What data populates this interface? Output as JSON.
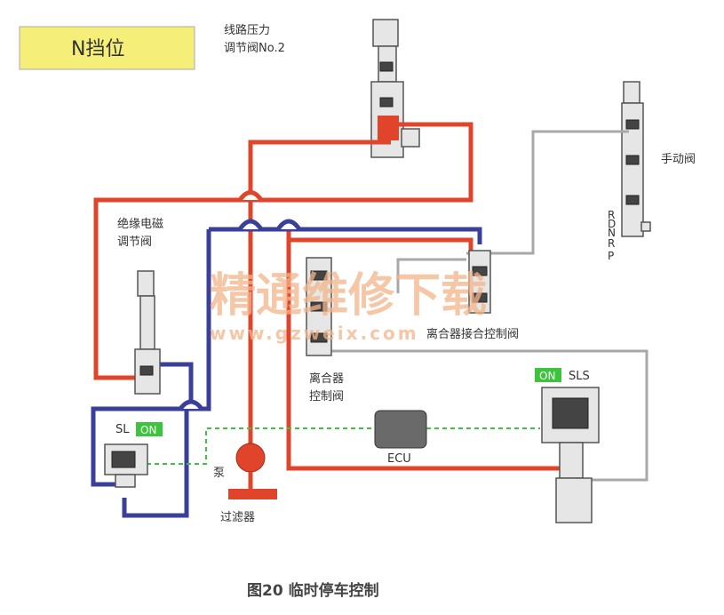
{
  "mode_label": "N挡位",
  "labels": {
    "line_pressure_valve": [
      "线路压力",
      "调节阀No.2"
    ],
    "manual_valve": "手动阀",
    "solenoid_modulator": [
      "绝缘电磁",
      "调节阀"
    ],
    "clutch_apply_control_valve": "离合器接合控制阀",
    "clutch_control_valve": [
      "离合器",
      "控制阀"
    ],
    "sl": "SL",
    "sls": "SLS",
    "on": "ON",
    "ecu": "ECU",
    "pump": "泵",
    "filter": "过滤器",
    "manual_positions": [
      "R",
      "D",
      "N",
      "R",
      "P"
    ]
  },
  "watermark": {
    "text": "精通维修下载",
    "url": "www.gzweix.com"
  },
  "caption": "图20 临时停车控制",
  "colors": {
    "line_pressure": "#e0442a",
    "control_pressure": "#3a3f9a",
    "drain": "#a8a8a8",
    "signal": "#3cc43c",
    "badge": "#3cc43c",
    "title_box": "#f5ee78"
  }
}
